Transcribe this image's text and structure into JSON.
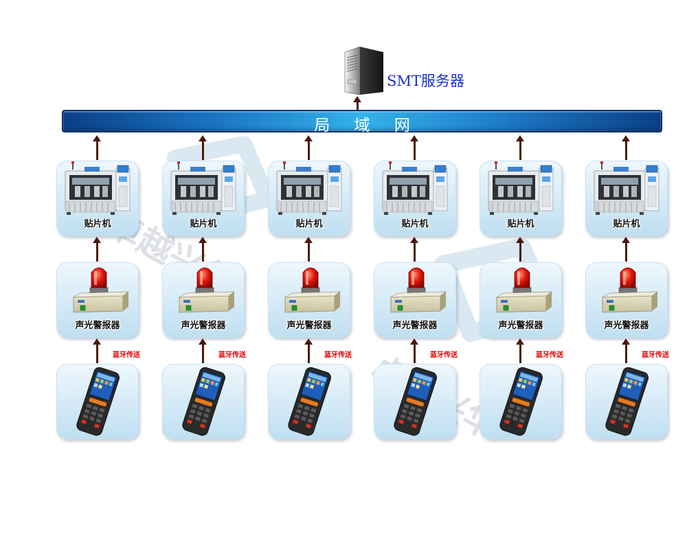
{
  "server": {
    "label": "SMT服务器",
    "icon": "server-icon"
  },
  "network": {
    "label": "局 域 网"
  },
  "columns_count": 6,
  "machine_label": "贴片机",
  "alarm_label": "声光警报器",
  "bluetooth_label": "蓝牙传送",
  "watermark_text": "卓越兴华",
  "icons": {
    "machine": "smt-placement-machine-icon",
    "alarm": "warning-light-alarm-icon",
    "handheld": "handheld-pda-terminal-icon"
  },
  "colors": {
    "server_label": "#1a2fd0",
    "lan_bar": "#1a74c2",
    "arrow": "#4a1a0c",
    "bluetooth_label": "#e00000",
    "card_bg": "#cfe6f5"
  }
}
